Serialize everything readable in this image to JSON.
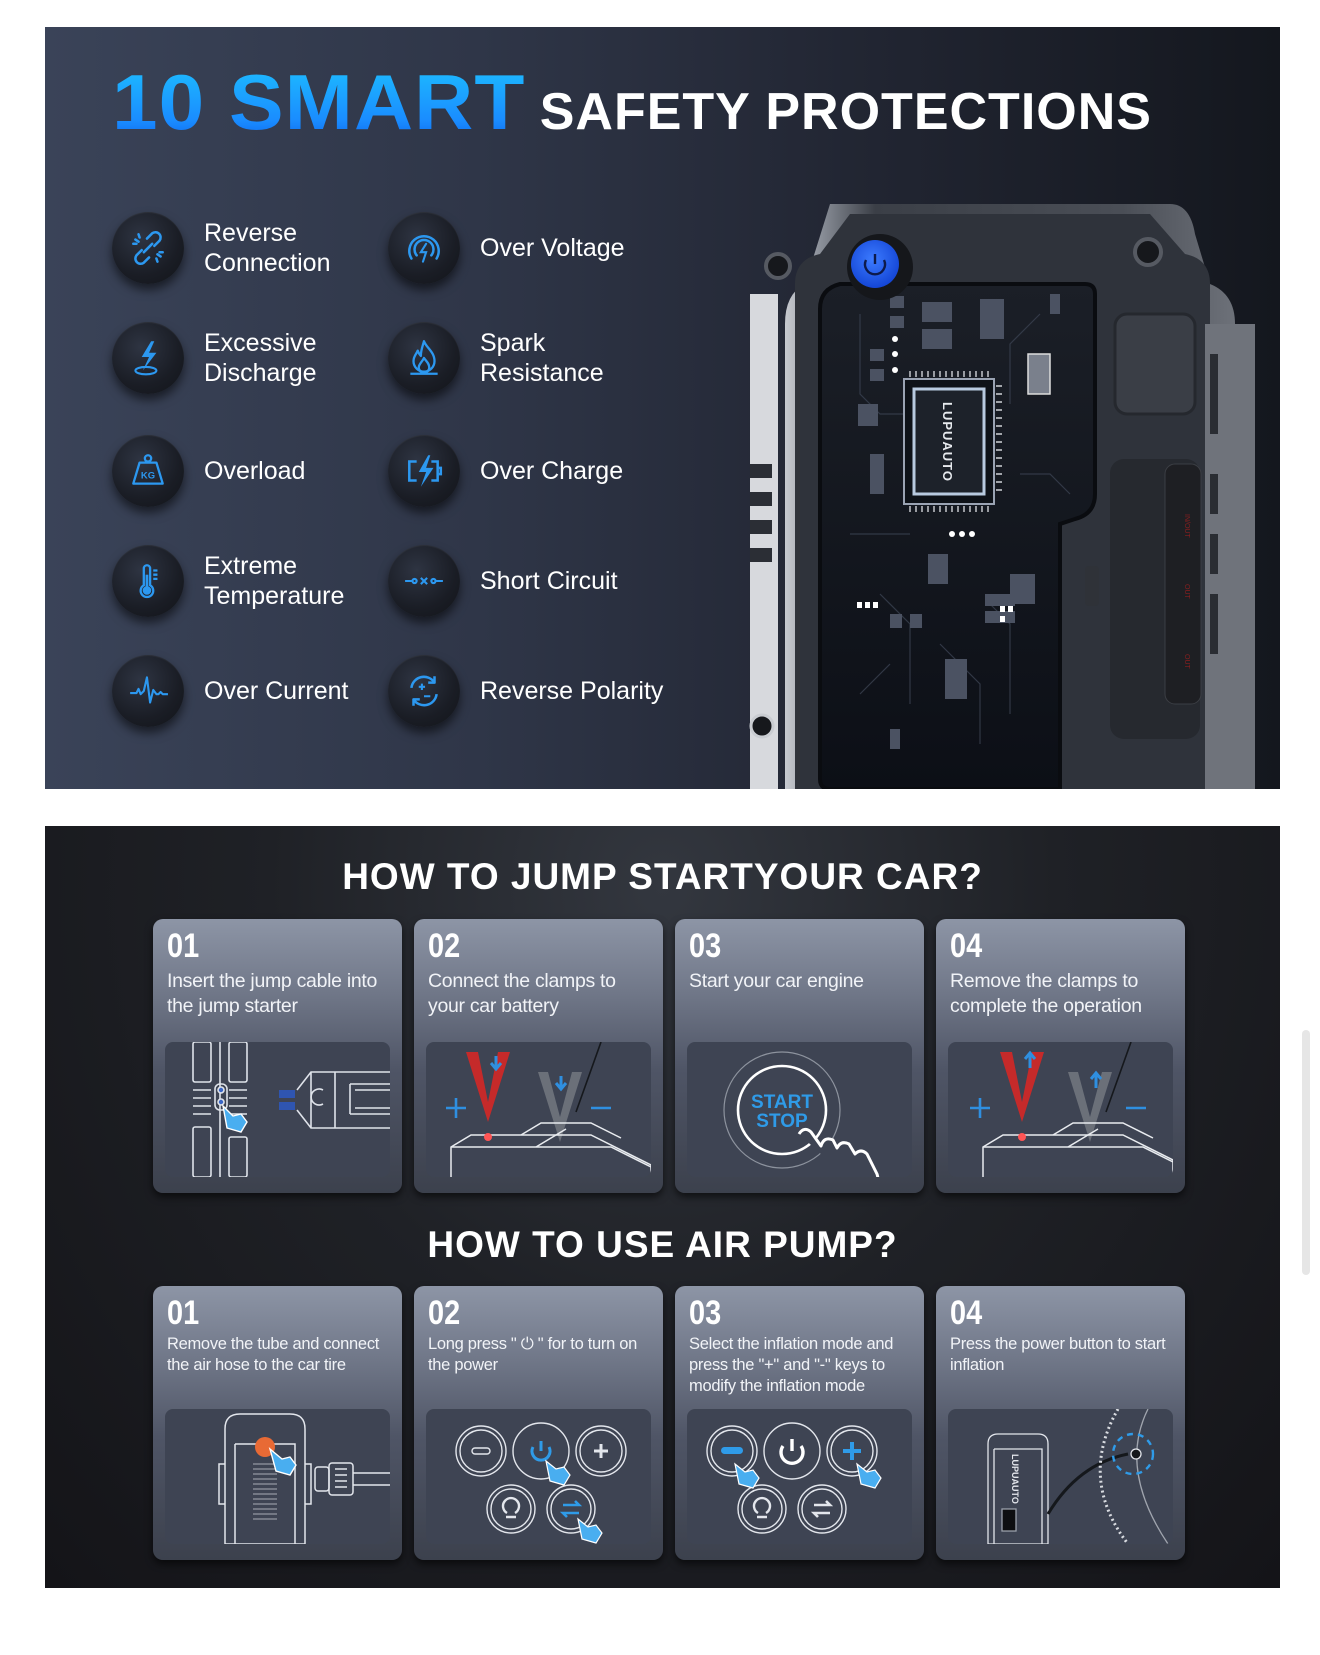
{
  "safety": {
    "headline_highlight": "10 SMART",
    "headline_rest": "SAFETY PROTECTIONS",
    "accent_color": "#1a9bff",
    "features": [
      {
        "label": "Reverse\nConnection",
        "icon": "broken-link-icon"
      },
      {
        "label": "Over Voltage",
        "icon": "voltage-gauge-icon"
      },
      {
        "label": "Excessive\nDischarge",
        "icon": "lightning-ground-icon"
      },
      {
        "label": "Spark\nResistance",
        "icon": "flame-icon"
      },
      {
        "label": "Overload",
        "icon": "weight-kg-icon"
      },
      {
        "label": "Over Charge",
        "icon": "battery-bolt-icon"
      },
      {
        "label": "Extreme\nTemperature",
        "icon": "thermometer-icon"
      },
      {
        "label": "Short Circuit",
        "icon": "short-circuit-icon"
      },
      {
        "label": "Over Current",
        "icon": "pulse-icon"
      },
      {
        "label": "Reverse Polarity",
        "icon": "polarity-cycle-icon"
      }
    ],
    "device": {
      "chip_brand": "LUPUAUTO",
      "power_button_color": "#1e5cff"
    }
  },
  "jump_start": {
    "title": "HOW TO JUMP STARTYOUR CAR?",
    "steps": [
      {
        "num": "01",
        "text": "Insert the jump cable into the jump starter"
      },
      {
        "num": "02",
        "text": "Connect the clamps to your car battery"
      },
      {
        "num": "03",
        "text": "Start your car engine"
      },
      {
        "num": "04",
        "text": "Remove the clamps to complete the operation"
      }
    ],
    "start_stop_label_1": "START",
    "start_stop_label_2": "STOP"
  },
  "air_pump": {
    "title": "HOW TO USE AIR PUMP?",
    "steps": [
      {
        "num": "01",
        "text": "Remove the tube and connect the air hose to the car tire"
      },
      {
        "num": "02",
        "text": "Long press \" ⏻ \" for to turn on the power"
      },
      {
        "num": "03",
        "text": "Select the inflation mode and press the \"+\" and \"-\" keys to modify the inflation mode"
      },
      {
        "num": "04",
        "text": "Press the power button to start inflation"
      }
    ]
  }
}
